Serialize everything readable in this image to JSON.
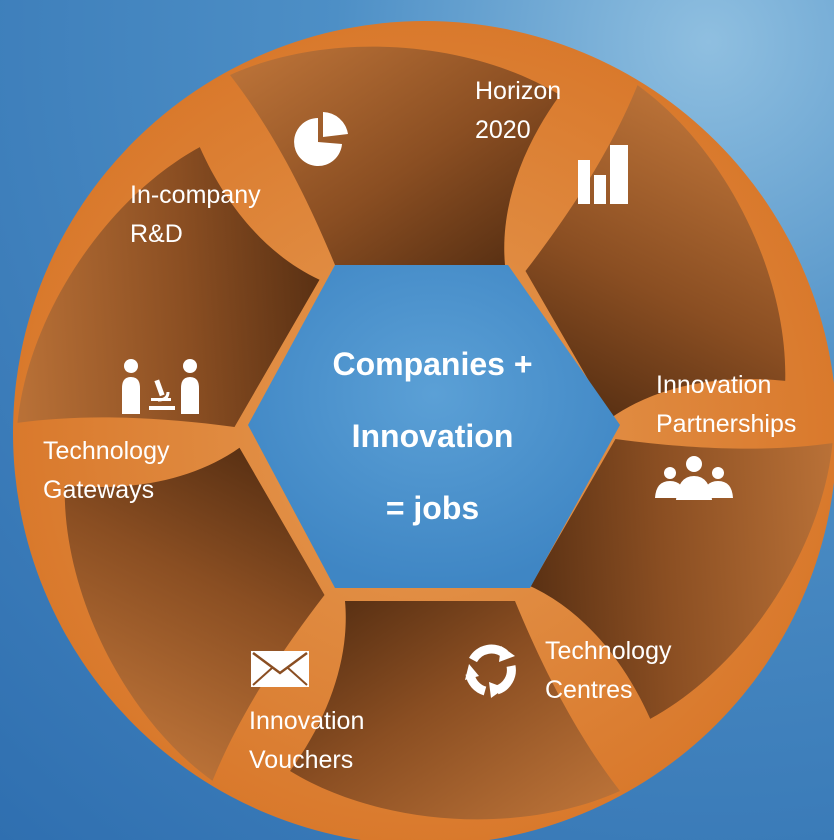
{
  "center": {
    "line1": "Companies +",
    "line2": "Innovation",
    "line3": "= jobs"
  },
  "segments": [
    {
      "id": "horizon",
      "line1": "Horizon",
      "line2": "2020",
      "icon": "bar-chart-icon"
    },
    {
      "id": "partnerships",
      "line1": "Innovation",
      "line2": "Partnerships",
      "icon": "group-people-icon"
    },
    {
      "id": "centres",
      "line1": "Technology",
      "line2": "Centres",
      "icon": "cycle-arrows-icon"
    },
    {
      "id": "vouchers",
      "line1": "Innovation",
      "line2": "Vouchers",
      "icon": "envelope-icon"
    },
    {
      "id": "gateways",
      "line1": "Technology",
      "line2": "Gateways",
      "icon": "scientists-microscope-icon"
    },
    {
      "id": "rnd",
      "line1": "In-company",
      "line2": "R&D",
      "icon": "pie-chart-icon"
    }
  ],
  "colors": {
    "orange": "#e0873d",
    "brown_dark": "#5e3416",
    "brown_mid": "#9a5a26",
    "center_blue": "#4f95cd",
    "background": "#3d80bf"
  }
}
